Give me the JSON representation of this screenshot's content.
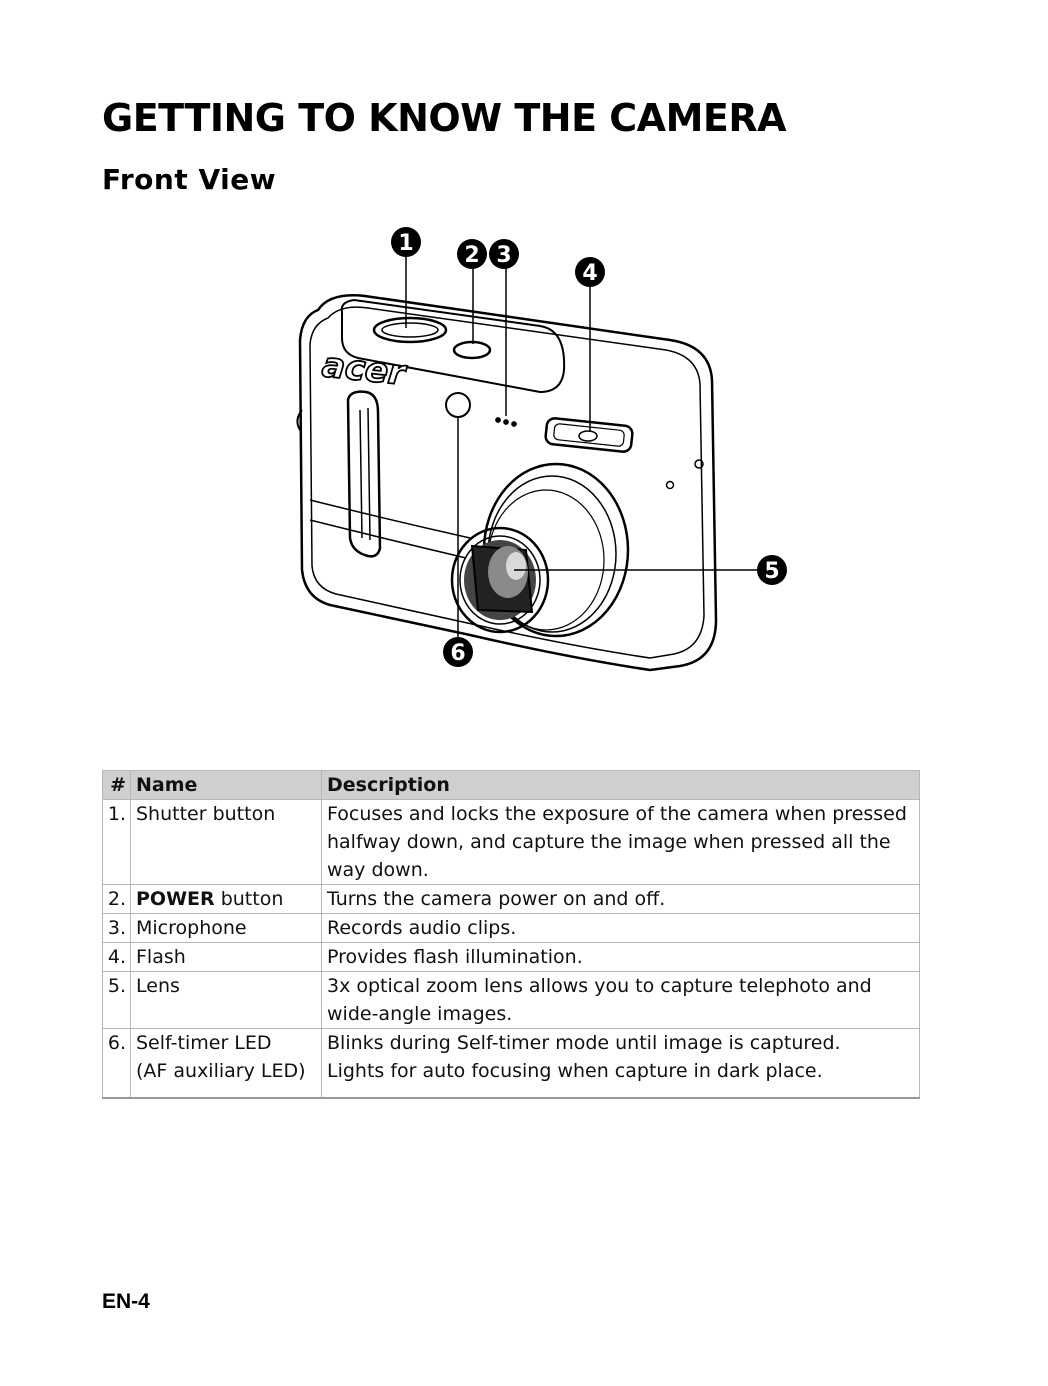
{
  "page": {
    "title": "GETTING TO KNOW THE CAMERA",
    "section_title": "Front View",
    "footer": "EN-4"
  },
  "figure": {
    "brand": "acer",
    "callouts": [
      "1",
      "2",
      "3",
      "4",
      "5",
      "6"
    ]
  },
  "table": {
    "headers": {
      "num": "#",
      "name": "Name",
      "description": "Description"
    },
    "rows": [
      {
        "num": "1.",
        "name": "Shutter button",
        "description": "Focuses and locks the exposure of the camera when pressed halfway down, and capture the image when pressed all the way down."
      },
      {
        "num": "2.",
        "name_bold": "POWER",
        "name_rest": " button",
        "description": "Turns the camera power on and off."
      },
      {
        "num": "3.",
        "name": "Microphone",
        "description": "Records audio clips."
      },
      {
        "num": "4.",
        "name": "Flash",
        "description": "Provides flash illumination."
      },
      {
        "num": "5.",
        "name": "Lens",
        "description": "3x optical zoom lens allows you to capture telephoto and wide-angle images."
      },
      {
        "num": "6.",
        "name_line1": "Self-timer LED",
        "name_line2": "(AF auxiliary LED)",
        "description_line1": "Blinks during Self-timer mode until image is captured.",
        "description_line2": "Lights for auto focusing when capture in dark place."
      }
    ]
  }
}
